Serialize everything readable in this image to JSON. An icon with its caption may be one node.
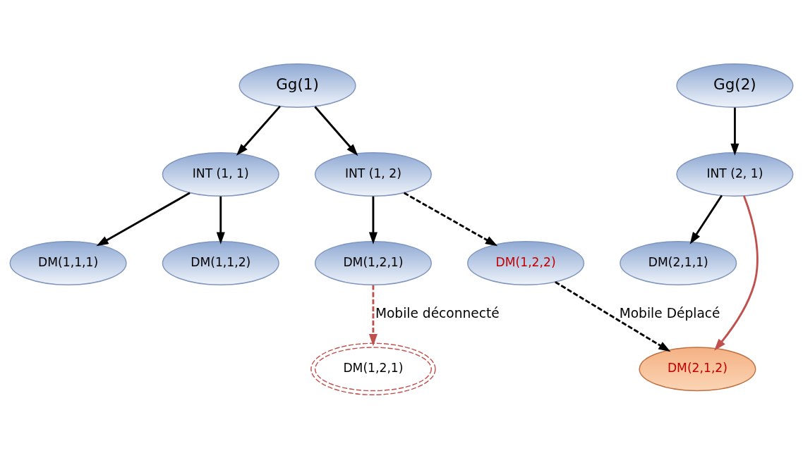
{
  "diagram": {
    "nodes": [
      {
        "text": [
          "Gg(1)"
        ]
      },
      {
        "text": [
          "INT (1, 1)"
        ]
      },
      {
        "text": [
          "INT (1, 2)"
        ]
      },
      {
        "text": [
          "DM(1,1,1)"
        ]
      },
      {
        "text": [
          "DM(1,1,2)"
        ]
      },
      {
        "text": [
          "DM(1,2,1)"
        ]
      },
      {
        "text": [
          "DM(1,2,2)"
        ]
      },
      {
        "text": [
          "Gg(2)"
        ]
      },
      {
        "text": [
          "INT (2, 1)"
        ]
      },
      {
        "text": [
          "DM(2,1,1)"
        ]
      },
      {
        "text": [
          "DM(2,1,2)"
        ]
      },
      {
        "text": [
          "DM(1,2,1)"
        ]
      }
    ],
    "edges": [
      {
        "from": 0,
        "to": 1,
        "arrow": "to"
      },
      {
        "from": 0,
        "to": 2,
        "arrow": "to"
      },
      {
        "from": 1,
        "to": 3,
        "arrow": "to"
      },
      {
        "from": 1,
        "to": 4,
        "arrow": "to"
      },
      {
        "from": 2,
        "to": 5,
        "arrow": "to"
      },
      {
        "from": 2,
        "to": 6,
        "arrow": "to",
        "style": "dashed"
      },
      {
        "from": 5,
        "to": 11,
        "arrow": "to",
        "style": "dashed",
        "color": "#c0504d",
        "label": "Mobile déconnecté"
      },
      {
        "from": 6,
        "to": 10,
        "arrow": "to",
        "style": "dashed",
        "label": "Mobile Déplacé"
      },
      {
        "from": 7,
        "to": 8,
        "arrow": "to"
      },
      {
        "from": 8,
        "to": 9,
        "arrow": "to"
      },
      {
        "from": 8,
        "to": 10,
        "arrow": "to",
        "color": "#c0504d"
      }
    ]
  }
}
